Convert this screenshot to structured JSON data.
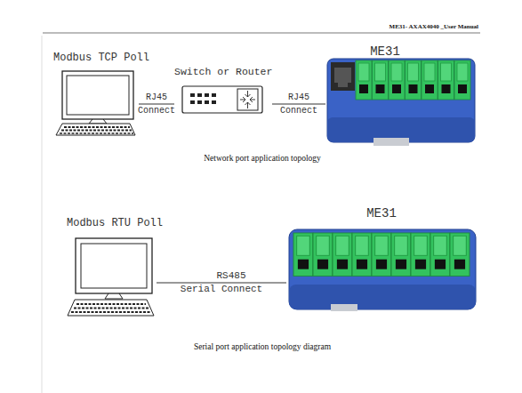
{
  "diagram": {
    "nodes": [
      {
        "text": [
          "Modbus TCP Poll"
        ]
      },
      {
        "text": [
          "Switch or Router"
        ]
      },
      {
        "text": [
          "ME31"
        ]
      },
      {
        "text": [
          "Modbus RTU Poll"
        ]
      },
      {
        "text": [
          "ME31"
        ]
      }
    ],
    "edges": [
      {
        "from": 0,
        "to": 1,
        "label": "RJ45 Connect",
        "arrow": "none"
      },
      {
        "from": 1,
        "to": 2,
        "label": "RJ45 Connect",
        "arrow": "none"
      },
      {
        "from": 3,
        "to": 4,
        "label": "RS485 Serial Connect",
        "arrow": "none"
      }
    ],
    "labels": [
      "ME31- AXAX4040 _User Manual",
      "Network port application topology",
      "Serial port application topology diagram"
    ]
  }
}
